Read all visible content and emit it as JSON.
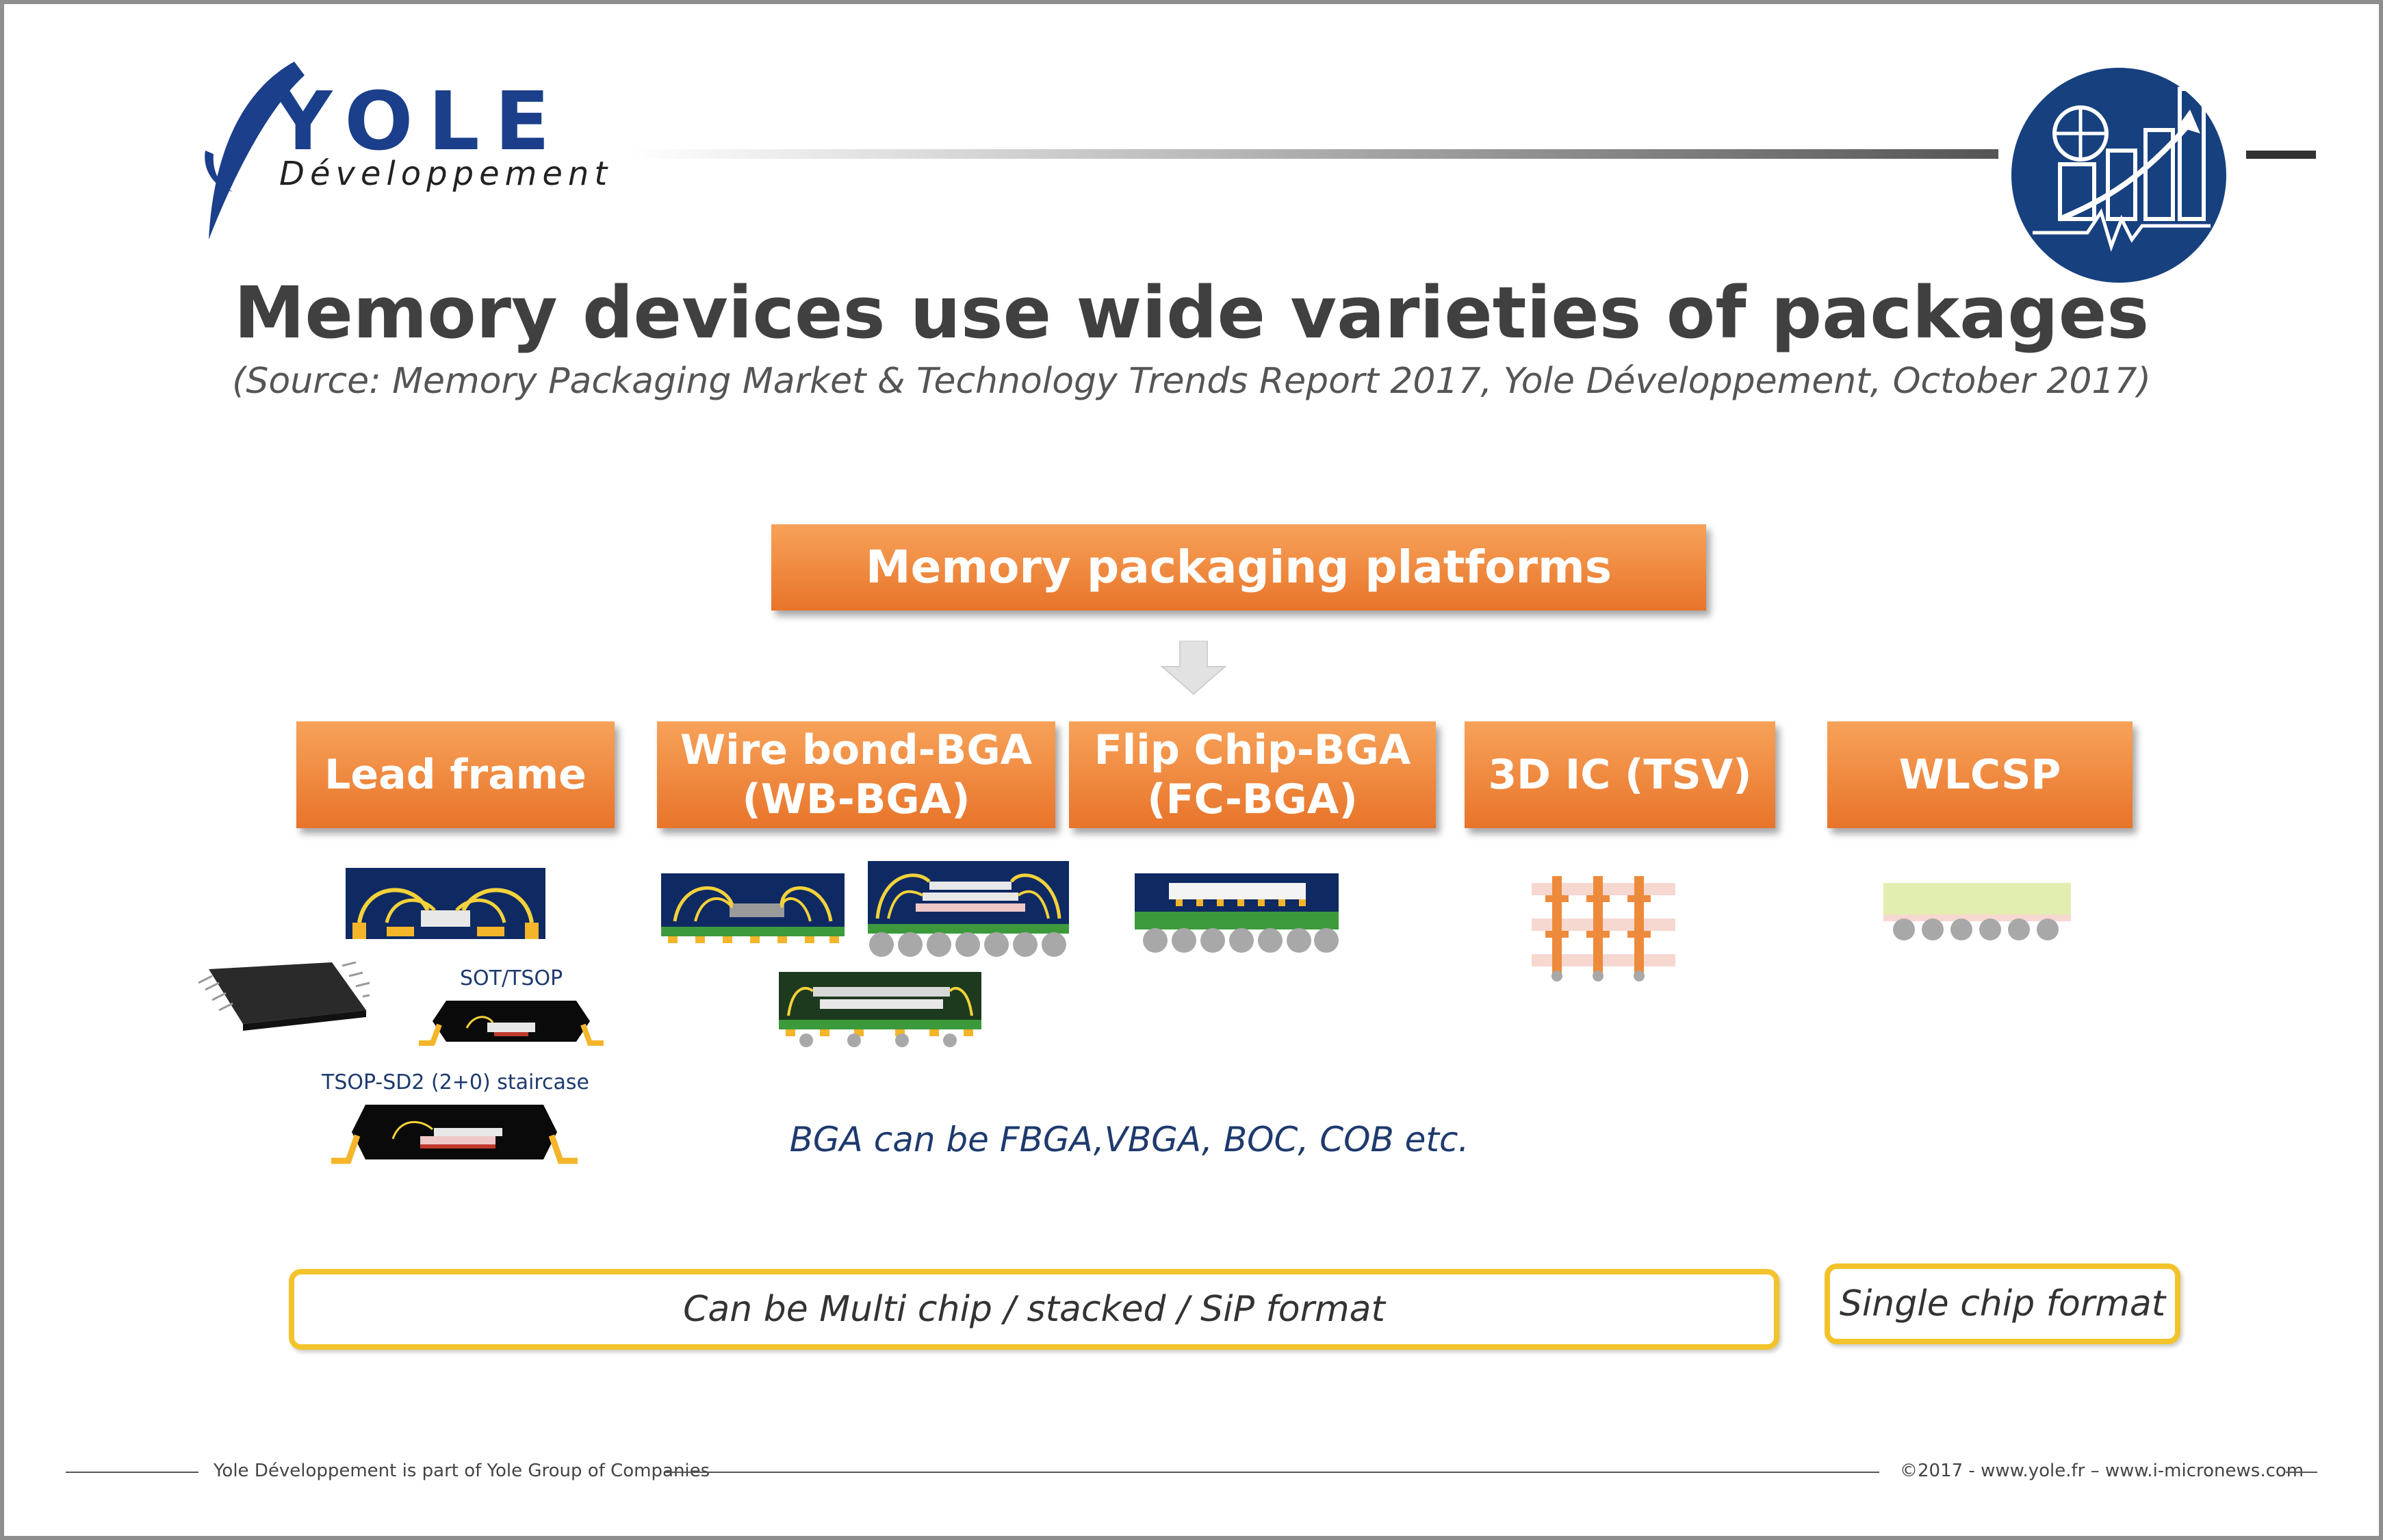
{
  "logo": {
    "name": "YOLE",
    "tagline": "Développement"
  },
  "title": "Memory devices use wide varieties of packages",
  "subtitle": "(Source: Memory Packaging Market & Technology Trends Report 2017, Yole Développement, October 2017)",
  "main_box": "Memory packaging platforms",
  "platforms": [
    {
      "line1": "Lead frame",
      "line2": ""
    },
    {
      "line1": "Wire bond-BGA",
      "line2": "(WB-BGA)"
    },
    {
      "line1": "Flip Chip-BGA",
      "line2": "(FC-BGA)"
    },
    {
      "line1": "3D IC (TSV)",
      "line2": ""
    },
    {
      "line1": "WLCSP",
      "line2": ""
    }
  ],
  "labels": {
    "sot": "SOT/TSOP",
    "tsop_sd2": "TSOP-SD2 (2+0) staircase"
  },
  "bga_note": "BGA can be FBGA,VBGA, BOC, COB etc.",
  "multi_chip": "Can be Multi chip / stacked / SiP format",
  "single_chip": "Single chip format",
  "footer": {
    "left": "Yole Développement is part of Yole Group of Companies",
    "right": "©2017 - www.yole.fr – www.i-micronews.com"
  },
  "colors": {
    "orange": "#ee8a3c",
    "navy": "#1b3f8a",
    "yellow_border": "#f2c32a"
  }
}
